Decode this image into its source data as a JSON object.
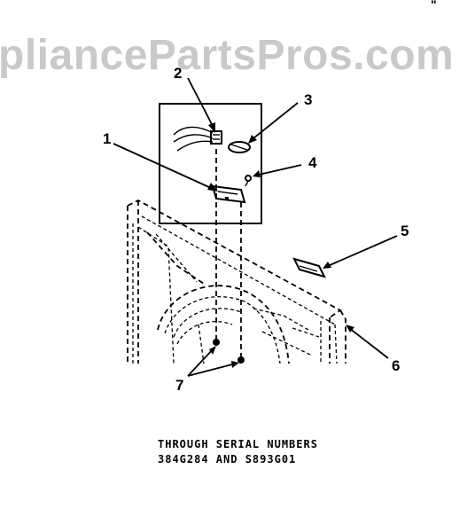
{
  "watermark": {
    "text": "pliancePartsPros.com"
  },
  "corner_mark": "\"",
  "callouts": [
    {
      "id": "1",
      "label": "1"
    },
    {
      "id": "2",
      "label": "2"
    },
    {
      "id": "3",
      "label": "3"
    },
    {
      "id": "4",
      "label": "4"
    },
    {
      "id": "5",
      "label": "5"
    },
    {
      "id": "6",
      "label": "6"
    },
    {
      "id": "7",
      "label": "7"
    }
  ],
  "caption": {
    "line1": "THROUGH SERIAL NUMBERS",
    "line2": "384G284 AND S893G01"
  },
  "colors": {
    "watermark": "#c9c9c9",
    "ink": "#000000",
    "background": "#ffffff"
  }
}
